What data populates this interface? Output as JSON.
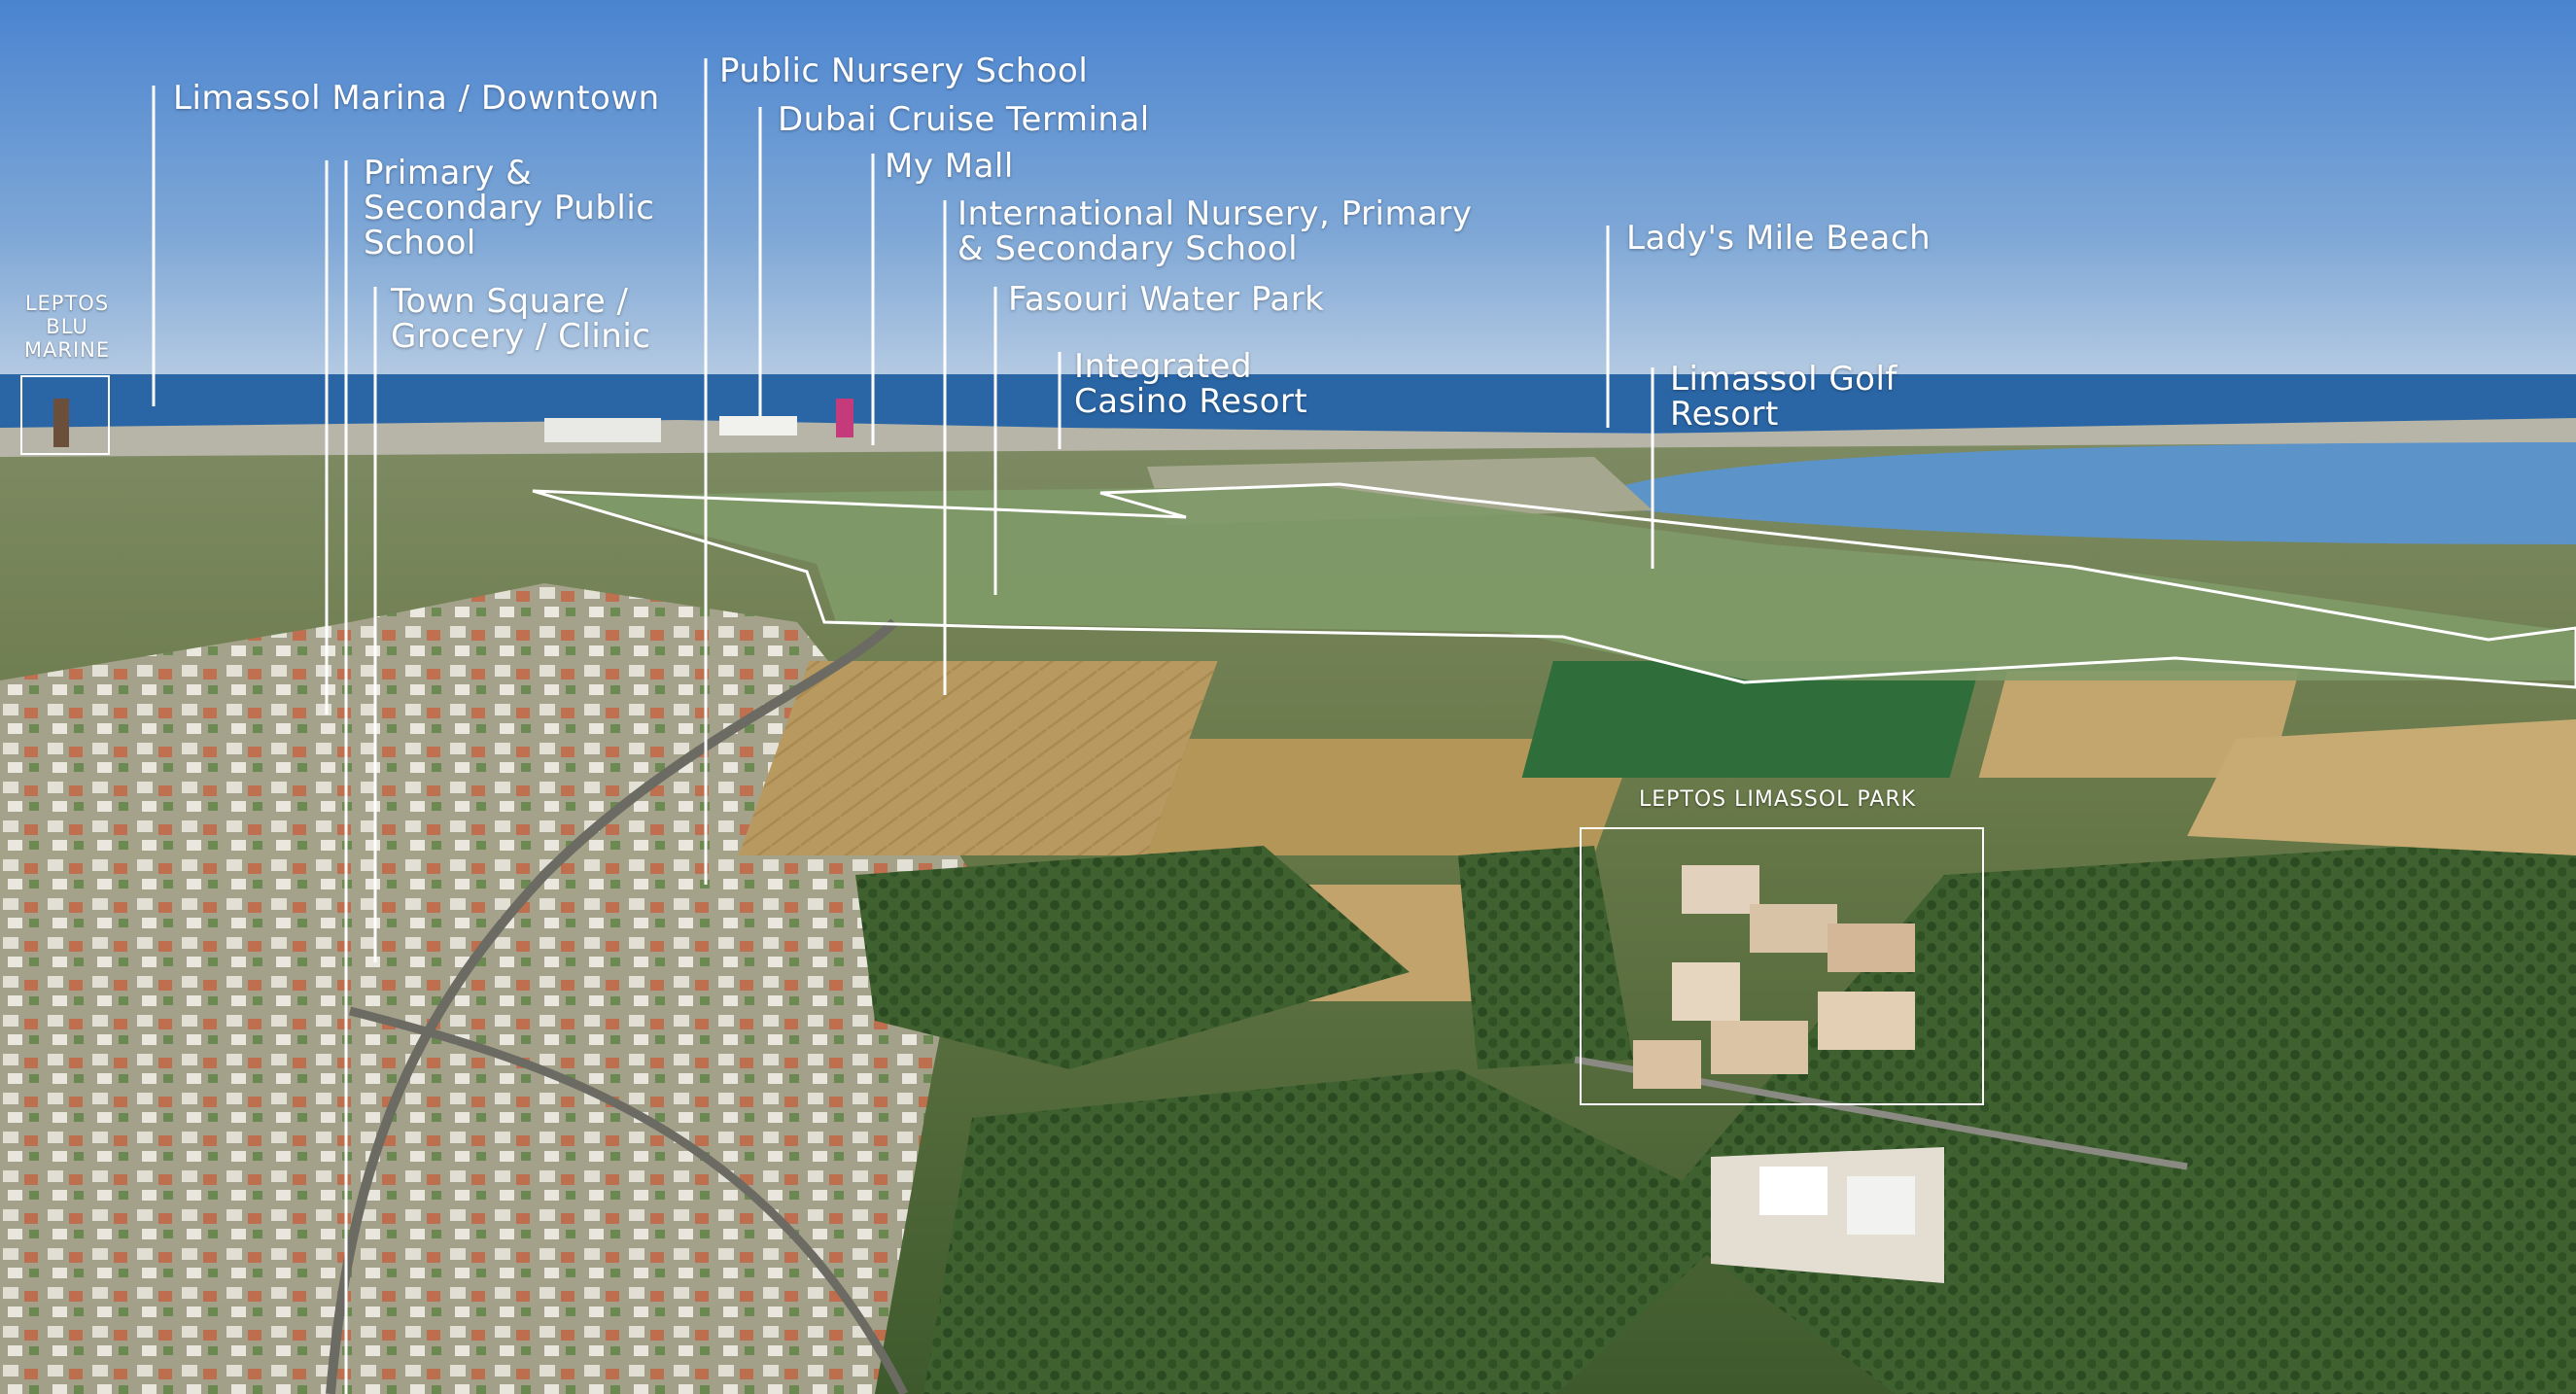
{
  "labels": {
    "limassol_marina": "Limassol Marina / Downtown",
    "primary_secondary_public": "Primary &\nSecondary Public\nSchool",
    "town_square": "Town Square /\nGrocery / Clinic",
    "public_nursery": "Public Nursery School",
    "dubai_cruise": "Dubai Cruise Terminal",
    "my_mall": "My Mall",
    "international_school": "International Nursery, Primary\n& Secondary School",
    "fasouri": "Fasouri Water Park",
    "casino": "Integrated\nCasino Resort",
    "ladys_mile": "Lady's Mile Beach",
    "golf": "Limassol Golf\nResort",
    "leptos_blu": "LEPTOS\nBLU\nMARINE",
    "leptos_park": "LEPTOS LIMASSOL PARK"
  },
  "colors": {
    "sky_top": "#4f86cf",
    "sky_bottom": "#a9c3de",
    "sea": "#2c6aa8",
    "lagoon": "#5b93c8",
    "field_green": "#4f7a3a",
    "dry_field": "#b79a62",
    "overlay_line": "#ffffff"
  }
}
